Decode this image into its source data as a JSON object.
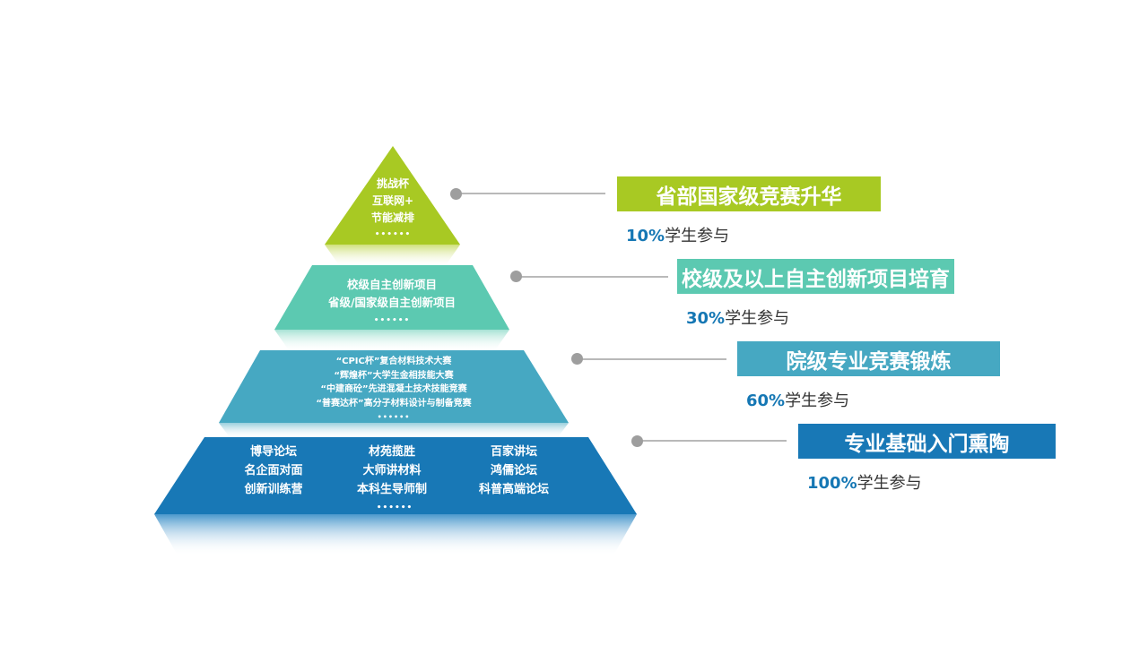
{
  "colors": {
    "tier1": "#a8c923",
    "tier2": "#5cc9b1",
    "tier3": "#46a8c2",
    "tier4": "#1878b6"
  },
  "tiers": [
    {
      "lines": [
        "挑战杯",
        "互联网+",
        "节能减排"
      ],
      "dots": "••••••",
      "label": "省部国家级竞赛升华",
      "pct_num": "10%",
      "pct_text": "学生参与"
    },
    {
      "lines": [
        "校级自主创新项目",
        "省级/国家级自主创新项目"
      ],
      "dots": "••••••",
      "label": "校级及以上自主创新项目培育",
      "pct_num": "30%",
      "pct_text": "学生参与"
    },
    {
      "lines": [
        "“CPIC杯”复合材料技术大赛",
        "“辉煌杯”大学生金相技能大赛",
        "“中建商砼”先进混凝土技术技能竞赛",
        "“普赛达杯”高分子材料设计与制备竞赛"
      ],
      "dots": "••••••",
      "label": "院级专业竞赛锻炼",
      "pct_num": "60%",
      "pct_text": "学生参与"
    },
    {
      "columns": [
        [
          "博导论坛",
          "名企面对面",
          "创新训练营"
        ],
        [
          "材苑揽胜",
          "大师讲材料",
          "本科生导师制"
        ],
        [
          "百家讲坛",
          "鸿儒论坛",
          "科普高端论坛"
        ]
      ],
      "dots": "••••••",
      "label": "专业基础入门熏陶",
      "pct_num": "100%",
      "pct_text": "学生参与"
    }
  ]
}
